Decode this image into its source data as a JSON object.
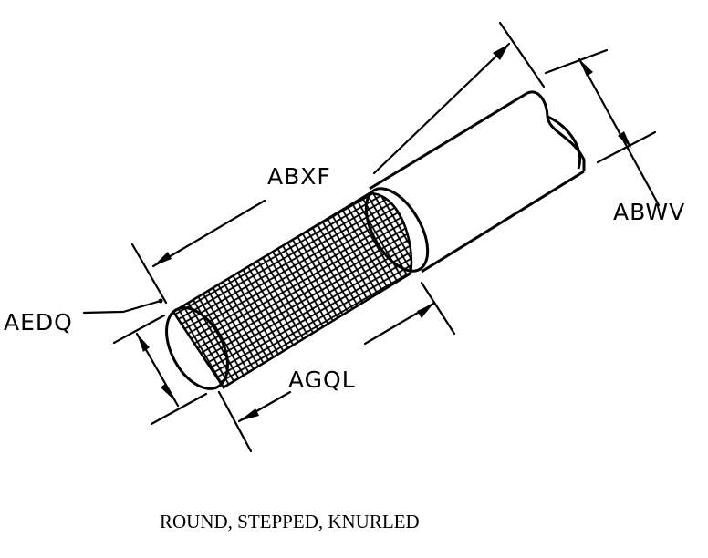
{
  "diagram": {
    "labels": {
      "overall_length": "ABXF",
      "large_diameter": "ABWV",
      "knurl_diameter": "AEDQ",
      "knurl_length": "AGQL"
    },
    "caption": "ROUND, STEPPED, KNURLED"
  }
}
